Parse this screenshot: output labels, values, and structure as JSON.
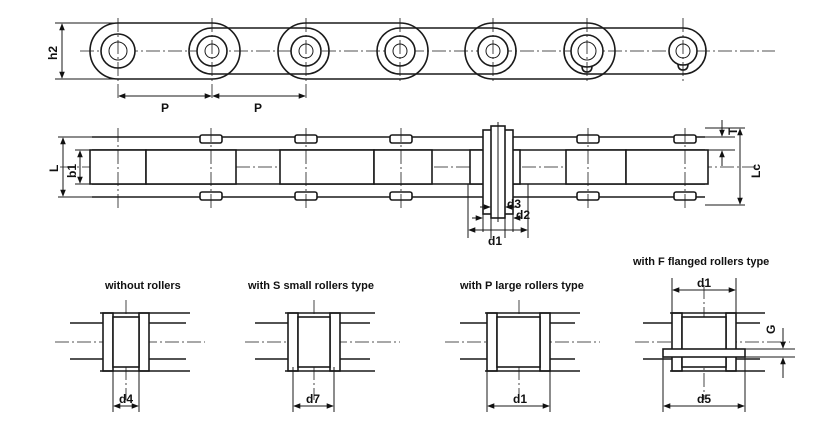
{
  "top_view": {
    "h2": "h2",
    "p_left": "P",
    "p_right": "P"
  },
  "side_view": {
    "L": "L",
    "b1": "b1",
    "T": "T",
    "Lc": "Lc",
    "d3": "d3",
    "d2": "d2",
    "d1": "d1"
  },
  "sections": [
    {
      "caption": "without rollers",
      "dim": "d4"
    },
    {
      "caption": "with S small rollers type",
      "dim": "d7"
    },
    {
      "caption": "with P large rollers type",
      "dim": "d1"
    },
    {
      "caption": "with F flanged rollers type",
      "dim_top": "d1",
      "dim_side": "G",
      "dim_bottom": "d5"
    }
  ]
}
